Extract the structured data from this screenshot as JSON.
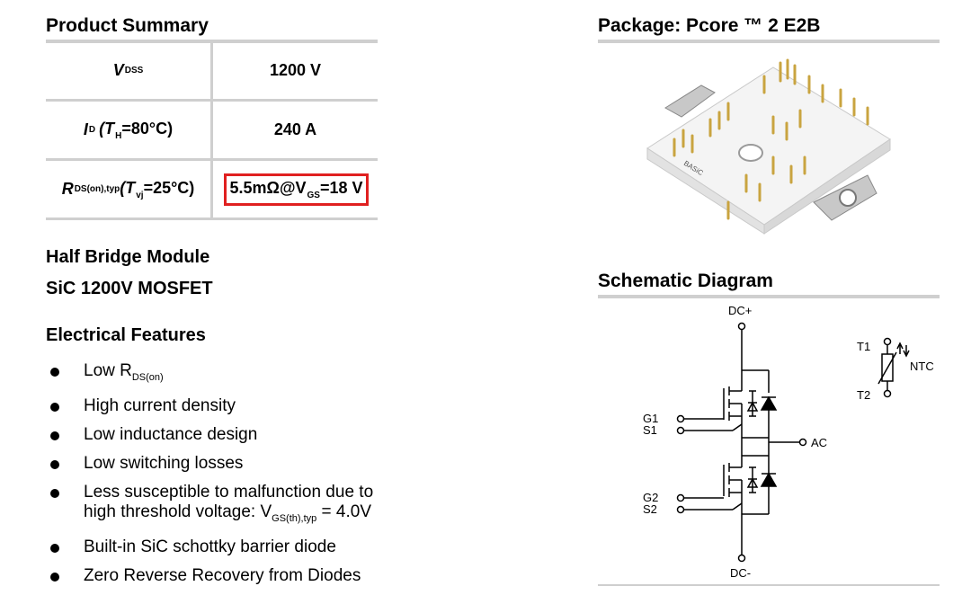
{
  "left": {
    "product_summary_title": "Product Summary",
    "table": [
      {
        "param": "V",
        "param_sub": "DSS",
        "value": "1200 V"
      },
      {
        "param": "I",
        "param_sub": "D",
        "param_cond_prefix": "(T",
        "param_cond_sub": "H",
        "param_cond_rest": "=80°C)",
        "value": "240 A"
      },
      {
        "param": "R",
        "param_sub": "DS(on),typ",
        "param_cond_prefix": "(T",
        "param_cond_sub": "vj",
        "param_cond_rest": "=25°C)",
        "value_prefix": "5.5mΩ@V",
        "value_sub": "GS",
        "value_rest": "=18 V",
        "highlight_color": "#e02020"
      }
    ],
    "module_type": "Half Bridge Module",
    "device": "SiC 1200V MOSFET",
    "features_title": "Electrical Features",
    "features": [
      {
        "text": "Low R",
        "sub": "DS(on)"
      },
      {
        "text": "High current density"
      },
      {
        "text": "Low inductance design"
      },
      {
        "text": "Low switching losses"
      },
      {
        "text": "Less susceptible to malfunction due to",
        "text2": "high threshold voltage: V",
        "sub": "GS(th),typ",
        "text3": " = 4.0V"
      },
      {
        "text": "Built-in SiC schottky barrier diode"
      },
      {
        "text": "Zero Reverse Recovery from Diodes"
      }
    ]
  },
  "right": {
    "package_title": "Package: Pcore ™ 2 E2B",
    "package_marking": "BASiC",
    "schematic_title": "Schematic Diagram",
    "schematic_labels": {
      "dc_plus": "DC+",
      "dc_minus": "DC-",
      "ac": "AC",
      "g1": "G1",
      "s1": "S1",
      "g2": "G2",
      "s2": "S2",
      "t1": "T1",
      "t2": "T2",
      "ntc": "NTC"
    }
  },
  "colors": {
    "rule": "#cfcfcf",
    "highlight": "#e02020"
  }
}
